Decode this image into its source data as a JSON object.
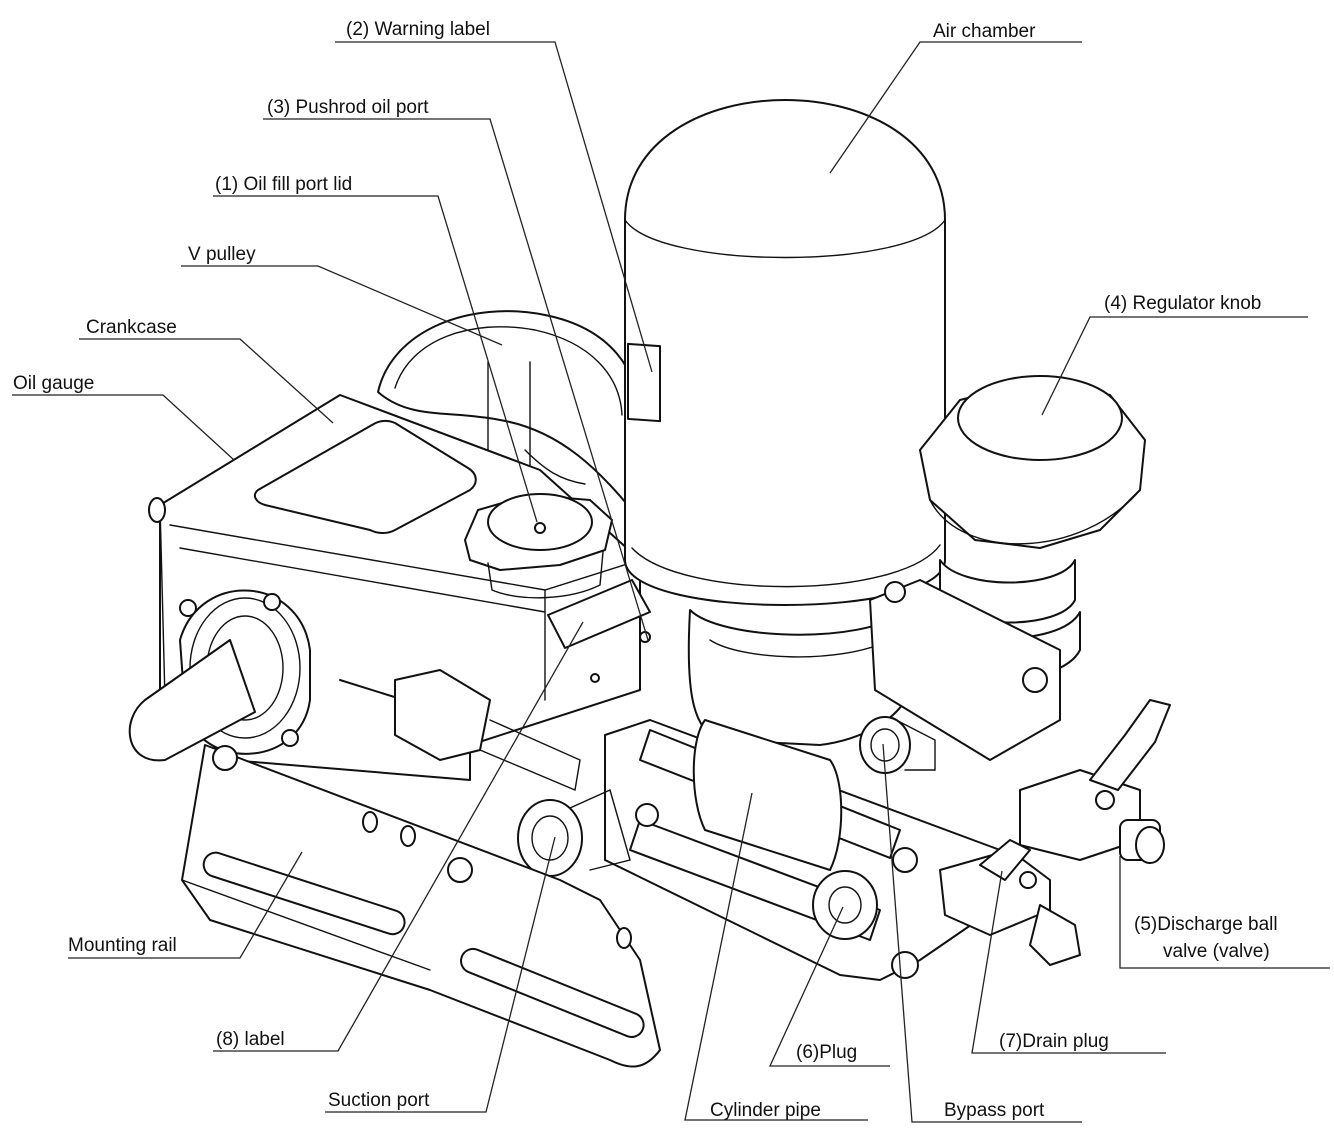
{
  "labels": {
    "warning_label": "(2) Warning label",
    "air_chamber": "Air chamber",
    "pushrod_oil_port": "(3) Pushrod oil port",
    "oil_fill_port_lid": "(1) Oil fill port lid",
    "v_pulley": "V pulley",
    "regulator_knob": "(4) Regulator knob",
    "crankcase": "Crankcase",
    "oil_gauge": "Oil gauge",
    "mounting_rail": "Mounting rail",
    "discharge_ball_valve_line1": "(5)Discharge ball",
    "discharge_ball_valve_line2": "valve (valve)",
    "label_8": "(8) label",
    "plug_6": "(6)Plug",
    "drain_plug_7": "(7)Drain plug",
    "suction_port": "Suction port",
    "cylinder_pipe": "Cylinder pipe",
    "bypass_port": "Bypass port"
  }
}
